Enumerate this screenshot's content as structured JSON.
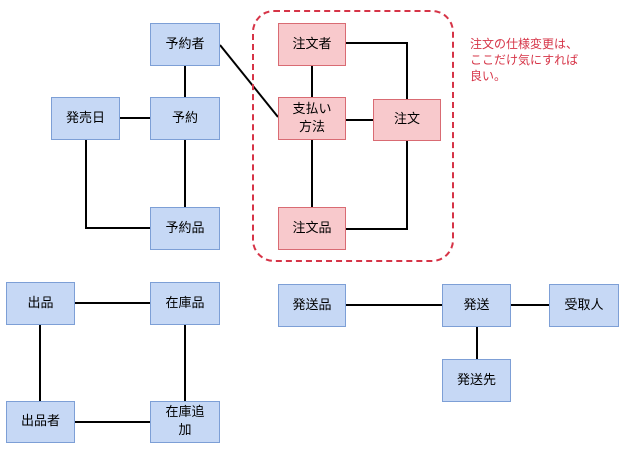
{
  "nodes": {
    "yoyakusha": "予約者",
    "yoyaku": "予約",
    "hatsubaibi": "発売日",
    "yoyakuhin": "予約品",
    "chumonsha": "注文者",
    "shiharai": "支払い\n方法",
    "chumon": "注文",
    "chumonhin": "注文品",
    "shupin": "出品",
    "zaikohin": "在庫品",
    "shupinsha": "出品者",
    "zaikotsuika": "在庫追\n加",
    "hassohin": "発送品",
    "hasso": "発送",
    "uketorinin": "受取人",
    "hassosaki": "発送先"
  },
  "note": "注文の仕様変更は、\nここだけ気にすれば\n良い。",
  "colors": {
    "blue_fill": "#c6d8f5",
    "blue_border": "#7d9fd6",
    "red_fill": "#f8c9cc",
    "red_border": "#d96b73",
    "accent": "#d63447",
    "line": "#000000"
  }
}
